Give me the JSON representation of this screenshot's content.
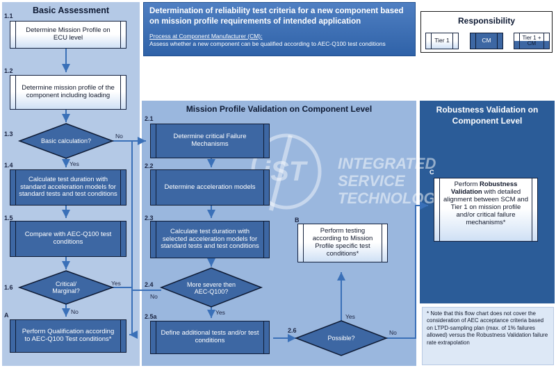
{
  "header": {
    "title": "Determination of reliability test criteria for a new component based on mission profile requirements of intended application",
    "process_label": "Process at Component Manufacturer (CM):",
    "process_desc": "Assess whether a new component can be qualified according to AEC-Q100  test conditions"
  },
  "responsibility": {
    "title": "Responsibility",
    "tier1": "Tier 1",
    "cm": "CM",
    "tier1_cm": "Tier 1 + CM"
  },
  "basic": {
    "title": "Basic Assessment",
    "steps": {
      "s1_1": {
        "num": "1.1",
        "label": "Determine Mission Profile on ECU level"
      },
      "s1_2": {
        "num": "1.2",
        "label": "Determine mission profile of the component including loading"
      },
      "s1_3": {
        "num": "1.3",
        "label": "Basic calculation?"
      },
      "s1_4": {
        "num": "1.4",
        "label": "Calculate test duration with standard acceleration models for standard tests and test conditions"
      },
      "s1_5": {
        "num": "1.5",
        "label": "Compare with AEC-Q100 test conditions"
      },
      "s1_6": {
        "num": "1.6",
        "label": "Critical/ Marginal?"
      },
      "sA": {
        "num": "A",
        "label": "Perform Qualification according to AEC-Q100 Test conditions*"
      }
    }
  },
  "mission": {
    "title": "Mission Profile Validation on Component Level",
    "steps": {
      "s2_1": {
        "num": "2.1",
        "label": "Determine critical Failure Mechanisms"
      },
      "s2_2": {
        "num": "2.2",
        "label": "Determine acceleration models"
      },
      "s2_3": {
        "num": "2.3",
        "label": "Calculate test duration with selected acceleration models for standard tests and test conditions"
      },
      "s2_4": {
        "num": "2.4",
        "label": "More severe then AEC-Q100?"
      },
      "s2_5a": {
        "num": "2.5a",
        "label": "Define additional tests and/or test conditions"
      },
      "s2_6": {
        "num": "2.6",
        "label": "Possible?"
      },
      "sB": {
        "num": "B",
        "label": "Perform testing according to Mission Profile specific test conditions*"
      }
    }
  },
  "robust": {
    "title": "Robustness Validation on Component Level",
    "step_num": "C",
    "step_label_pre": "Perform ",
    "step_label_bold": "Robustness Validation",
    "step_label_post": " with detailed alignment between SCM and Tier 1 on mission profile and/or critical failure mechanisms*"
  },
  "labels": {
    "yes": "Yes",
    "no": "No"
  },
  "note": "* Note that this flow chart does not cover the consideration of AEC acceptance criteria based on LTPD-sampling plan (max. of 1% failures allowed) versus the Robustness Validation failure rate extrapolation",
  "watermark": {
    "line1": "INTEGRATED",
    "line2": "SERVICE",
    "line3": "TECHNOLOGY",
    "logo": "iST"
  },
  "colors": {
    "panel_basic": "#b4c9e6",
    "panel_mission": "#9ab7de",
    "panel_robust": "#2b5c98",
    "box_dark": "#3d67a3",
    "arrow": "#3a70b8"
  }
}
